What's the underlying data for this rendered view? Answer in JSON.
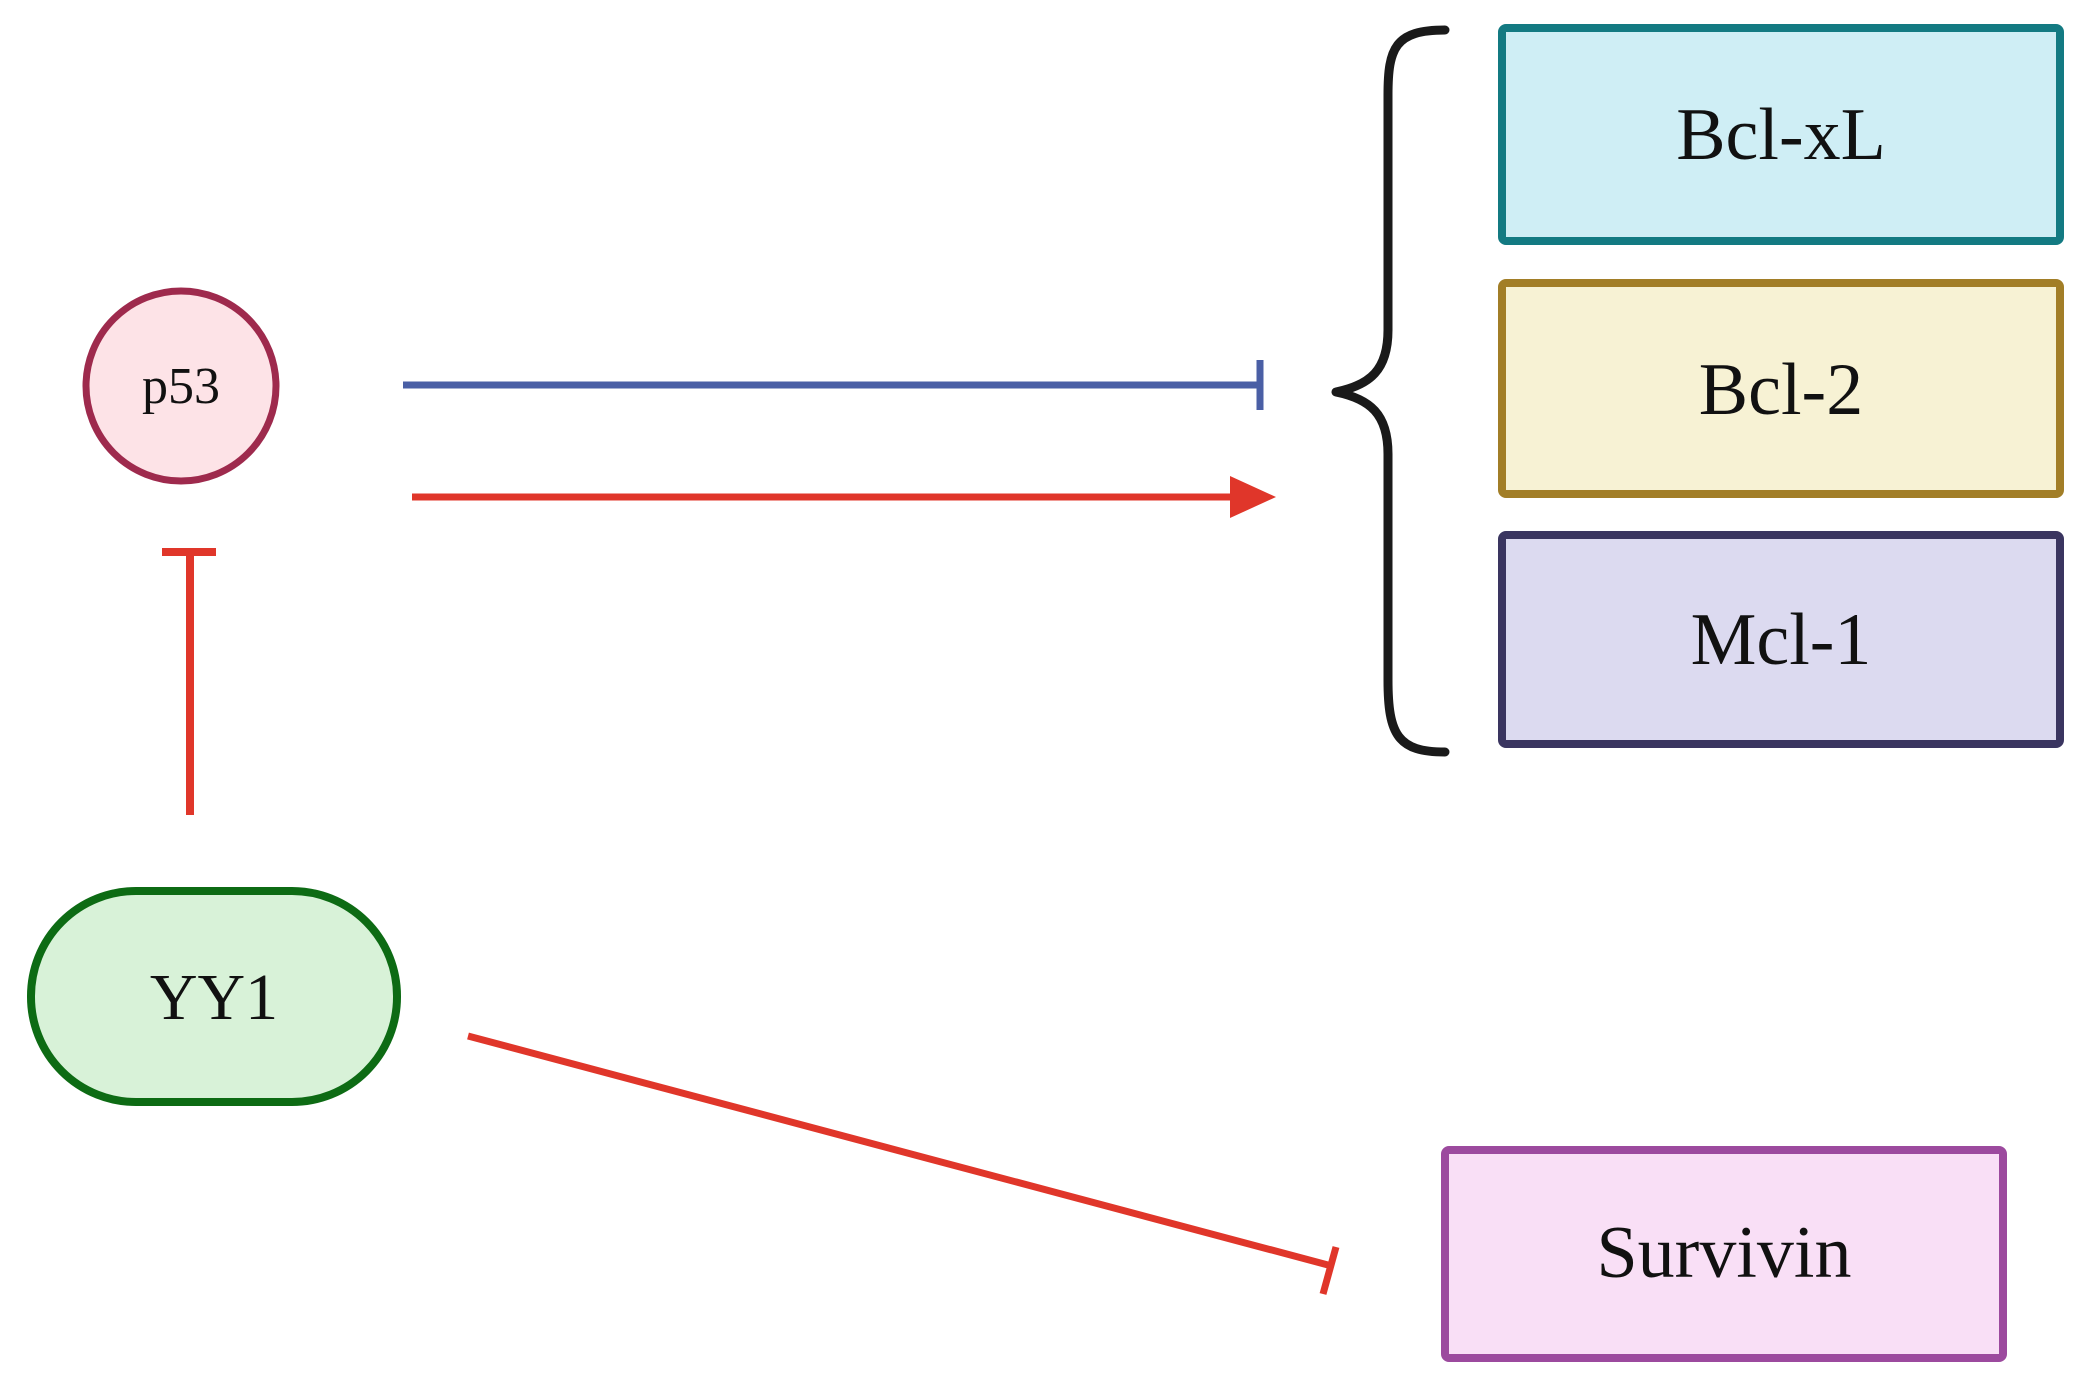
{
  "nodes": {
    "p53": {
      "label": "p53",
      "fill": "#fde3e7",
      "stroke": "#9e2a4d"
    },
    "yy1": {
      "label": "YY1",
      "fill": "#d8f2d8",
      "stroke": "#0d6b14"
    },
    "bclxl": {
      "label": "Bcl-xL",
      "fill": "#cfeef5",
      "stroke": "#137a82"
    },
    "bcl2": {
      "label": "Bcl-2",
      "fill": "#f7f2d4",
      "stroke": "#a27e27"
    },
    "mcl1": {
      "label": "Mcl-1",
      "fill": "#dcdaf0",
      "stroke": "#3a3560"
    },
    "survivin": {
      "label": "Survivin",
      "fill": "#f9dff6",
      "stroke": "#9c4a9e"
    }
  },
  "edges": [
    {
      "from": "p53",
      "to": "bcl_family",
      "type": "inhibition",
      "color": "#4a5fa5"
    },
    {
      "from": "p53",
      "to": "bcl_family",
      "type": "activation",
      "color": "#e0362a"
    },
    {
      "from": "yy1",
      "to": "p53",
      "type": "inhibition",
      "color": "#e0362a"
    },
    {
      "from": "yy1",
      "to": "survivin",
      "type": "inhibition",
      "color": "#e0362a"
    }
  ],
  "brace_color": "#1a1a1a"
}
